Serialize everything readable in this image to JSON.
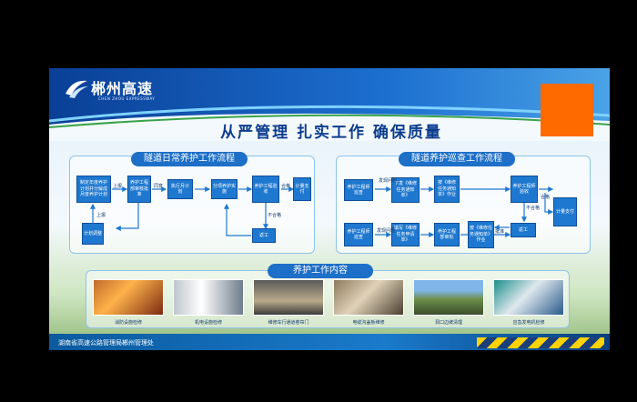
{
  "logo": {
    "name": "郴州高速",
    "english": "CHEN ZHOU EXPRESSWAY"
  },
  "title": "从严管理 扎实工作 确保质量",
  "left_flow": {
    "title": "隧道日常养护工作流程",
    "boxes": {
      "plan_year": "制定年度养护计划并分解成月度养护计划",
      "report": "养护工程部审核批准",
      "execute": "执行月计划",
      "implement": "分项养护实施",
      "check": "养护工程验收",
      "pay": "计量支付",
      "adjust": "计划调整",
      "rework": "返工"
    },
    "labels": {
      "up1": "上报",
      "agree": "同意",
      "qualified": "合格",
      "up2": "上报",
      "unqualified": "不合格"
    }
  },
  "right_flow": {
    "title": "隧道养护巡查工作流程",
    "boxes": {
      "inspect": "养护工程师巡查",
      "notice": "下发《维修任务通知单》",
      "repair1": "按《维修任务通知单》作业",
      "accept": "养护工程师验收",
      "pay": "计量支付",
      "daily": "养护工程师巡查",
      "fill": "填写《维修任务申请单》",
      "approve": "养护工程部审批",
      "repair2": "按《维修任务通知单》作业",
      "rework": "返工"
    },
    "labels": {
      "found": "发现问题",
      "found2": "发现问题",
      "approve": "批准",
      "qualified": "合格",
      "unqualified": "不合格"
    }
  },
  "work": {
    "title": "养护工作内容",
    "items": [
      "消防设施检修",
      "机电设施检修",
      "维修车行通道卷帘门",
      "电缆沟盖板维修",
      "洞口边坡清理",
      "应急发电机检修"
    ]
  },
  "footer": "湖南省高速公路管理局郴州管理处",
  "colors": {
    "accent": "#ff6a00",
    "box": "#1f78cf",
    "title": "#0c3d8e"
  }
}
